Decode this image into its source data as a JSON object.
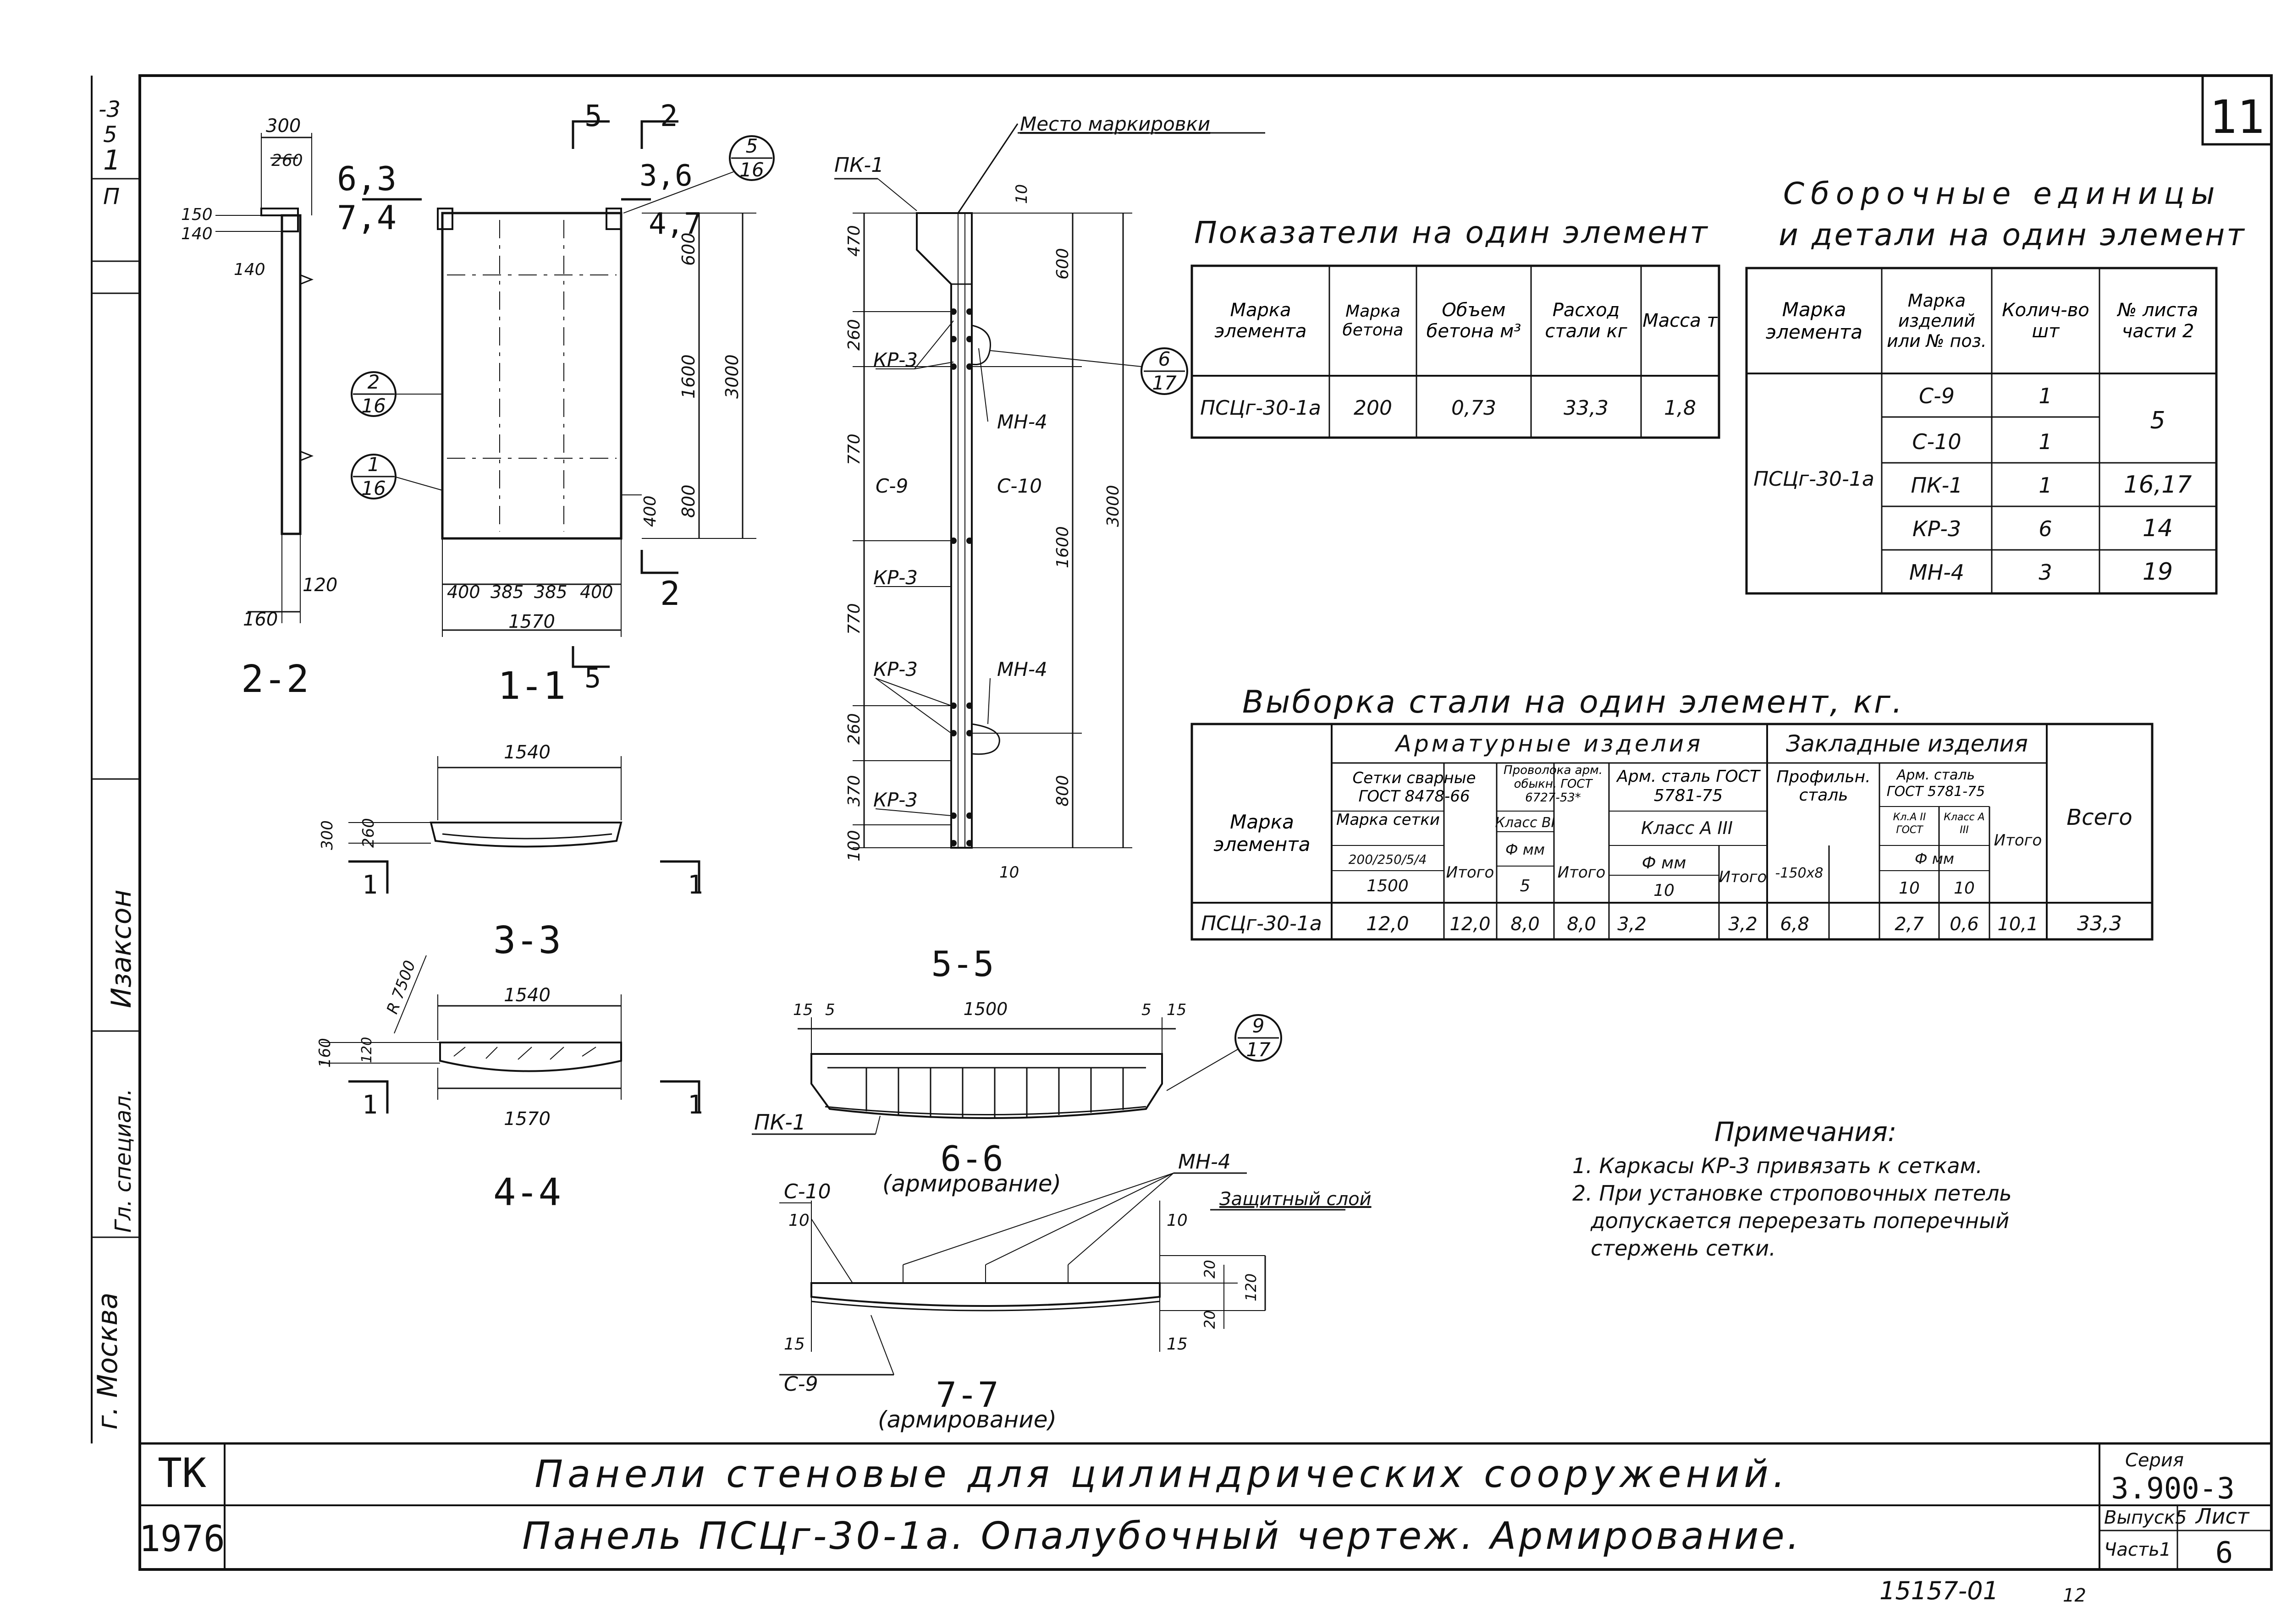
{
  "sheet": {
    "number_top": "11",
    "left_strip": [
      "-3",
      "5",
      "1",
      "П",
      "Изаксон",
      "Гл. специал.",
      "г. Москва"
    ],
    "footer_number": "15157-01",
    "footer_page": "12"
  },
  "title_block": {
    "org": "ТК",
    "year": "1976",
    "title1": "Панели стеновые для цилиндрических сооружений.",
    "title2": "Панель ПСЦг-30-1а. Опалубочный чертеж. Армирование.",
    "series_label": "Серия",
    "series": "3.900-3",
    "issue": "Выпуск5",
    "part": "Часть1",
    "sheet_label": "Лист",
    "sheet_no": "6"
  },
  "views": {
    "v22": {
      "label": "2-2",
      "dims": [
        "300",
        "260",
        "150",
        "140",
        "140",
        "120",
        "160"
      ]
    },
    "v11": {
      "label": "1-1",
      "dims": [
        "400",
        "385",
        "385",
        "400",
        "1570",
        "600",
        "1600",
        "3000",
        "400",
        "800"
      ],
      "cuts": [
        "5",
        "2",
        "6,3",
        "7,4",
        "3,6",
        "4,7",
        "2",
        "5"
      ],
      "callouts": [
        {
          "top": "5",
          "bottom": "16"
        },
        {
          "top": "2",
          "bottom": "16"
        },
        {
          "top": "1",
          "bottom": "16"
        }
      ]
    },
    "v33": {
      "label": "3-3",
      "dims": [
        "1540",
        "300",
        "260"
      ],
      "cut": "1"
    },
    "v44": {
      "label": "4-4",
      "dims": [
        "1540",
        "1570",
        "R 7500",
        "160",
        "120"
      ],
      "cut": "1"
    },
    "v55": {
      "label": "5-5",
      "dims": [
        "15",
        "5",
        "1500",
        "5",
        "15"
      ],
      "callout": {
        "top": "9",
        "bottom": "17"
      },
      "marks": [
        "ПК-1"
      ]
    },
    "v66": {
      "label": "6-6",
      "sublabel": "(армирование)"
    },
    "v77": {
      "label": "7-7",
      "sublabel": "(армирование)",
      "marks": [
        "С-10",
        "МН-4",
        "С-9",
        "Защитный слой"
      ],
      "dims": [
        "10",
        "10",
        "15",
        "15",
        "20",
        "20",
        "120"
      ]
    },
    "elev": {
      "marking_place": "Место маркировки",
      "marks": [
        "ПК-1",
        "КР-3",
        "МН-4",
        "С-9",
        "С-10",
        "КР-3",
        "КР-3",
        "МН-4",
        "КР-3"
      ],
      "left_dims": [
        "470",
        "260",
        "770",
        "770",
        "260",
        "370",
        "100"
      ],
      "right_dims": [
        "10",
        "600",
        "1600",
        "3000",
        "800",
        "10"
      ],
      "callout": {
        "top": "6",
        "bottom": "17"
      }
    }
  },
  "table1": {
    "title": "Показатели на один элемент",
    "headers": [
      "Марка элемента",
      "Марка бетона",
      "Объем бетона м³",
      "Расход стали кг",
      "Масса т"
    ],
    "row": [
      "ПСЦг-30-1а",
      "200",
      "0,73",
      "33,3",
      "1,8"
    ]
  },
  "table2": {
    "title1": "Сборочные единицы",
    "title2": "и детали на один элемент",
    "headers": [
      "Марка элемента",
      "Марка изделий или № поз.",
      "Колич-во шт",
      "№ листа части 2"
    ],
    "element": "ПСЦг-30-1а",
    "rows": [
      {
        "mark": "С-9",
        "qty": "1",
        "sheet": "5"
      },
      {
        "mark": "С-10",
        "qty": "1",
        "sheet": ""
      },
      {
        "mark": "ПК-1",
        "qty": "1",
        "sheet": "16,17"
      },
      {
        "mark": "КР-3",
        "qty": "6",
        "sheet": "14"
      },
      {
        "mark": "МН-4",
        "qty": "3",
        "sheet": "19"
      }
    ]
  },
  "table3": {
    "title": "Выборка стали на один элемент, кг.",
    "h_mark": "Марка элемента",
    "h_arm": "Арматурные изделия",
    "h_emb": "Закладные изделия",
    "h_total": "Всего",
    "h_mesh": "Сетки сварные ГОСТ 8478-66",
    "h_mesh_mark": "Марка сетки",
    "h_mesh_size": "200/250/5/4",
    "h_mesh_len": "1500",
    "h_wire": "Проволока арм. обыкн. ГОСТ 6727-53*",
    "h_wire_class": "Класс ВI",
    "h_wire_d": "Ф мм",
    "h_wire_dv": "5",
    "h_steel": "Арм. сталь ГОСТ 5781-75",
    "h_steel_class": "Класс А III",
    "h_steel_d": "Ф мм",
    "h_steel_dv": "10",
    "h_prof": "Профильн. сталь",
    "h_prof_v": "-150х8",
    "h_emb_steel": "Арм. сталь ГОСТ 5781-75",
    "h_cls1": "Кл.А II ГОСТ",
    "h_cls2": "Класс А III",
    "h_emb_d": "Ф мм",
    "h_emb_d1": "10",
    "h_emb_d2": "10",
    "h_sum": "Итого",
    "row": [
      "ПСЦг-30-1а",
      "12,0",
      "12,0",
      "8,0",
      "8,0",
      "3,2",
      "3,2",
      "6,8",
      "2,7",
      "0,6",
      "10,1",
      "33,3"
    ]
  },
  "notes": {
    "title": "Примечания:",
    "lines": [
      "1. Каркасы КР-3 привязать к сеткам.",
      "2. При установке строповочных петель",
      "допускается перерезать поперечный",
      "стержень сетки."
    ]
  }
}
